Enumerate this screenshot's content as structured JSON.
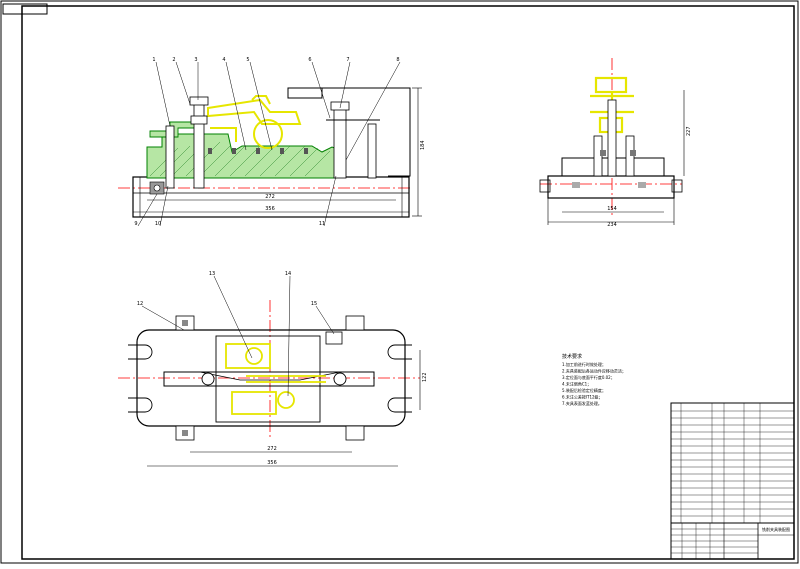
{
  "drawing": {
    "palette": {
      "outline": "#000000",
      "centerline": "#ff0000",
      "workpiece": "#ffff00",
      "hatch": "#00a000",
      "dimension": "#000000",
      "paper": "#ffffff"
    },
    "front_view": {
      "dim_overall_length": "356",
      "dim_inner": "272",
      "dim_height": "184",
      "callouts": [
        "1",
        "2",
        "3",
        "4",
        "5",
        "6",
        "7",
        "8",
        "9",
        "10",
        "11"
      ]
    },
    "side_view": {
      "dim_height": "227",
      "dim_base_inner": "154",
      "dim_base_width": "234"
    },
    "top_view": {
      "dim_overall_length": "356",
      "dim_inner": "272",
      "dim_width": "122",
      "callouts": [
        "12",
        "13",
        "14",
        "15"
      ]
    },
    "notes": {
      "heading": "技术要求",
      "lines": [
        "1.加工前进行时效处理；",
        "2.夹具装配后各运动件应移动灵活；",
        "3.定位面与底面平行度0.02；",
        "4.未注倒角C1；",
        "5.装配后检验定位精度；",
        "6.未注公差按IT12级；",
        "7.夹具表面发蓝处理。"
      ]
    },
    "title_block": {
      "title": "铣削夹具装配图"
    }
  }
}
